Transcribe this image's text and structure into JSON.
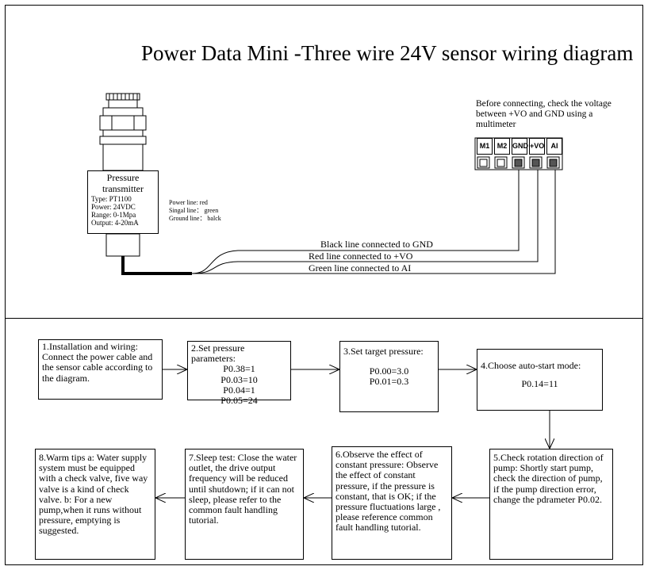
{
  "title": "Power Data Mini -Three wire 24V sensor wiring diagram",
  "note": "Before connecting, check the voltage between +VO and GND using a multimeter",
  "terminals": [
    "M1",
    "M2",
    "GND",
    "+VO",
    "AI"
  ],
  "sensor": {
    "name_line1": "Pressure",
    "name_line2": "transmitter",
    "type": "Type:   PT1100",
    "power": "Power:  24VDC",
    "range": "Range:  0-1Mpa",
    "output": "Output: 4-20mA"
  },
  "legend": {
    "power": "Power line:    red",
    "signal": "Singal line： green",
    "ground": "Ground line： balck"
  },
  "wires": {
    "black": "Black line connected to GND",
    "red": "Red line connected to +VO",
    "green": "Green line connected to AI"
  },
  "steps": {
    "s1": "1.Installation and wiring: Connect the  power cable and the sensor cable according to the diagram.",
    "s2_title": "2.Set pressure parameters:",
    "s2_p1": "P0.38=1",
    "s2_p2": "P0.03=10",
    "s2_p3": "P0.04=1",
    "s2_p4": "P0.05=24",
    "s3_title": "3.Set target pressure:",
    "s3_p1": "P0.00=3.0",
    "s3_p2": "P0.01=0.3",
    "s4_title": "4.Choose auto-start mode:",
    "s4_p1": "P0.14=11",
    "s5": "5.Check rotation direction of pump: Shortly start pump, check the direction of pump, if the pump direction error, change the pdrameter P0.02.",
    "s6": "6.Observe the effect of constant pressure: Observe the effect of constant pressure, if the pressure is constant, that is OK; if the pressure fluctuations  large , please reference common fault handling tutorial.",
    "s7": "7.Sleep test: Close the water outlet, the drive output frequency will be reduced until shutdown; if it can not sleep, please refer to the common fault handling tutorial.",
    "s8": "8.Warm tips a: Water supply system must be equipped with a check valve, five way valve is a kind of check valve. b: For a new pump,when it runs without pressure, emptying is suggested."
  }
}
